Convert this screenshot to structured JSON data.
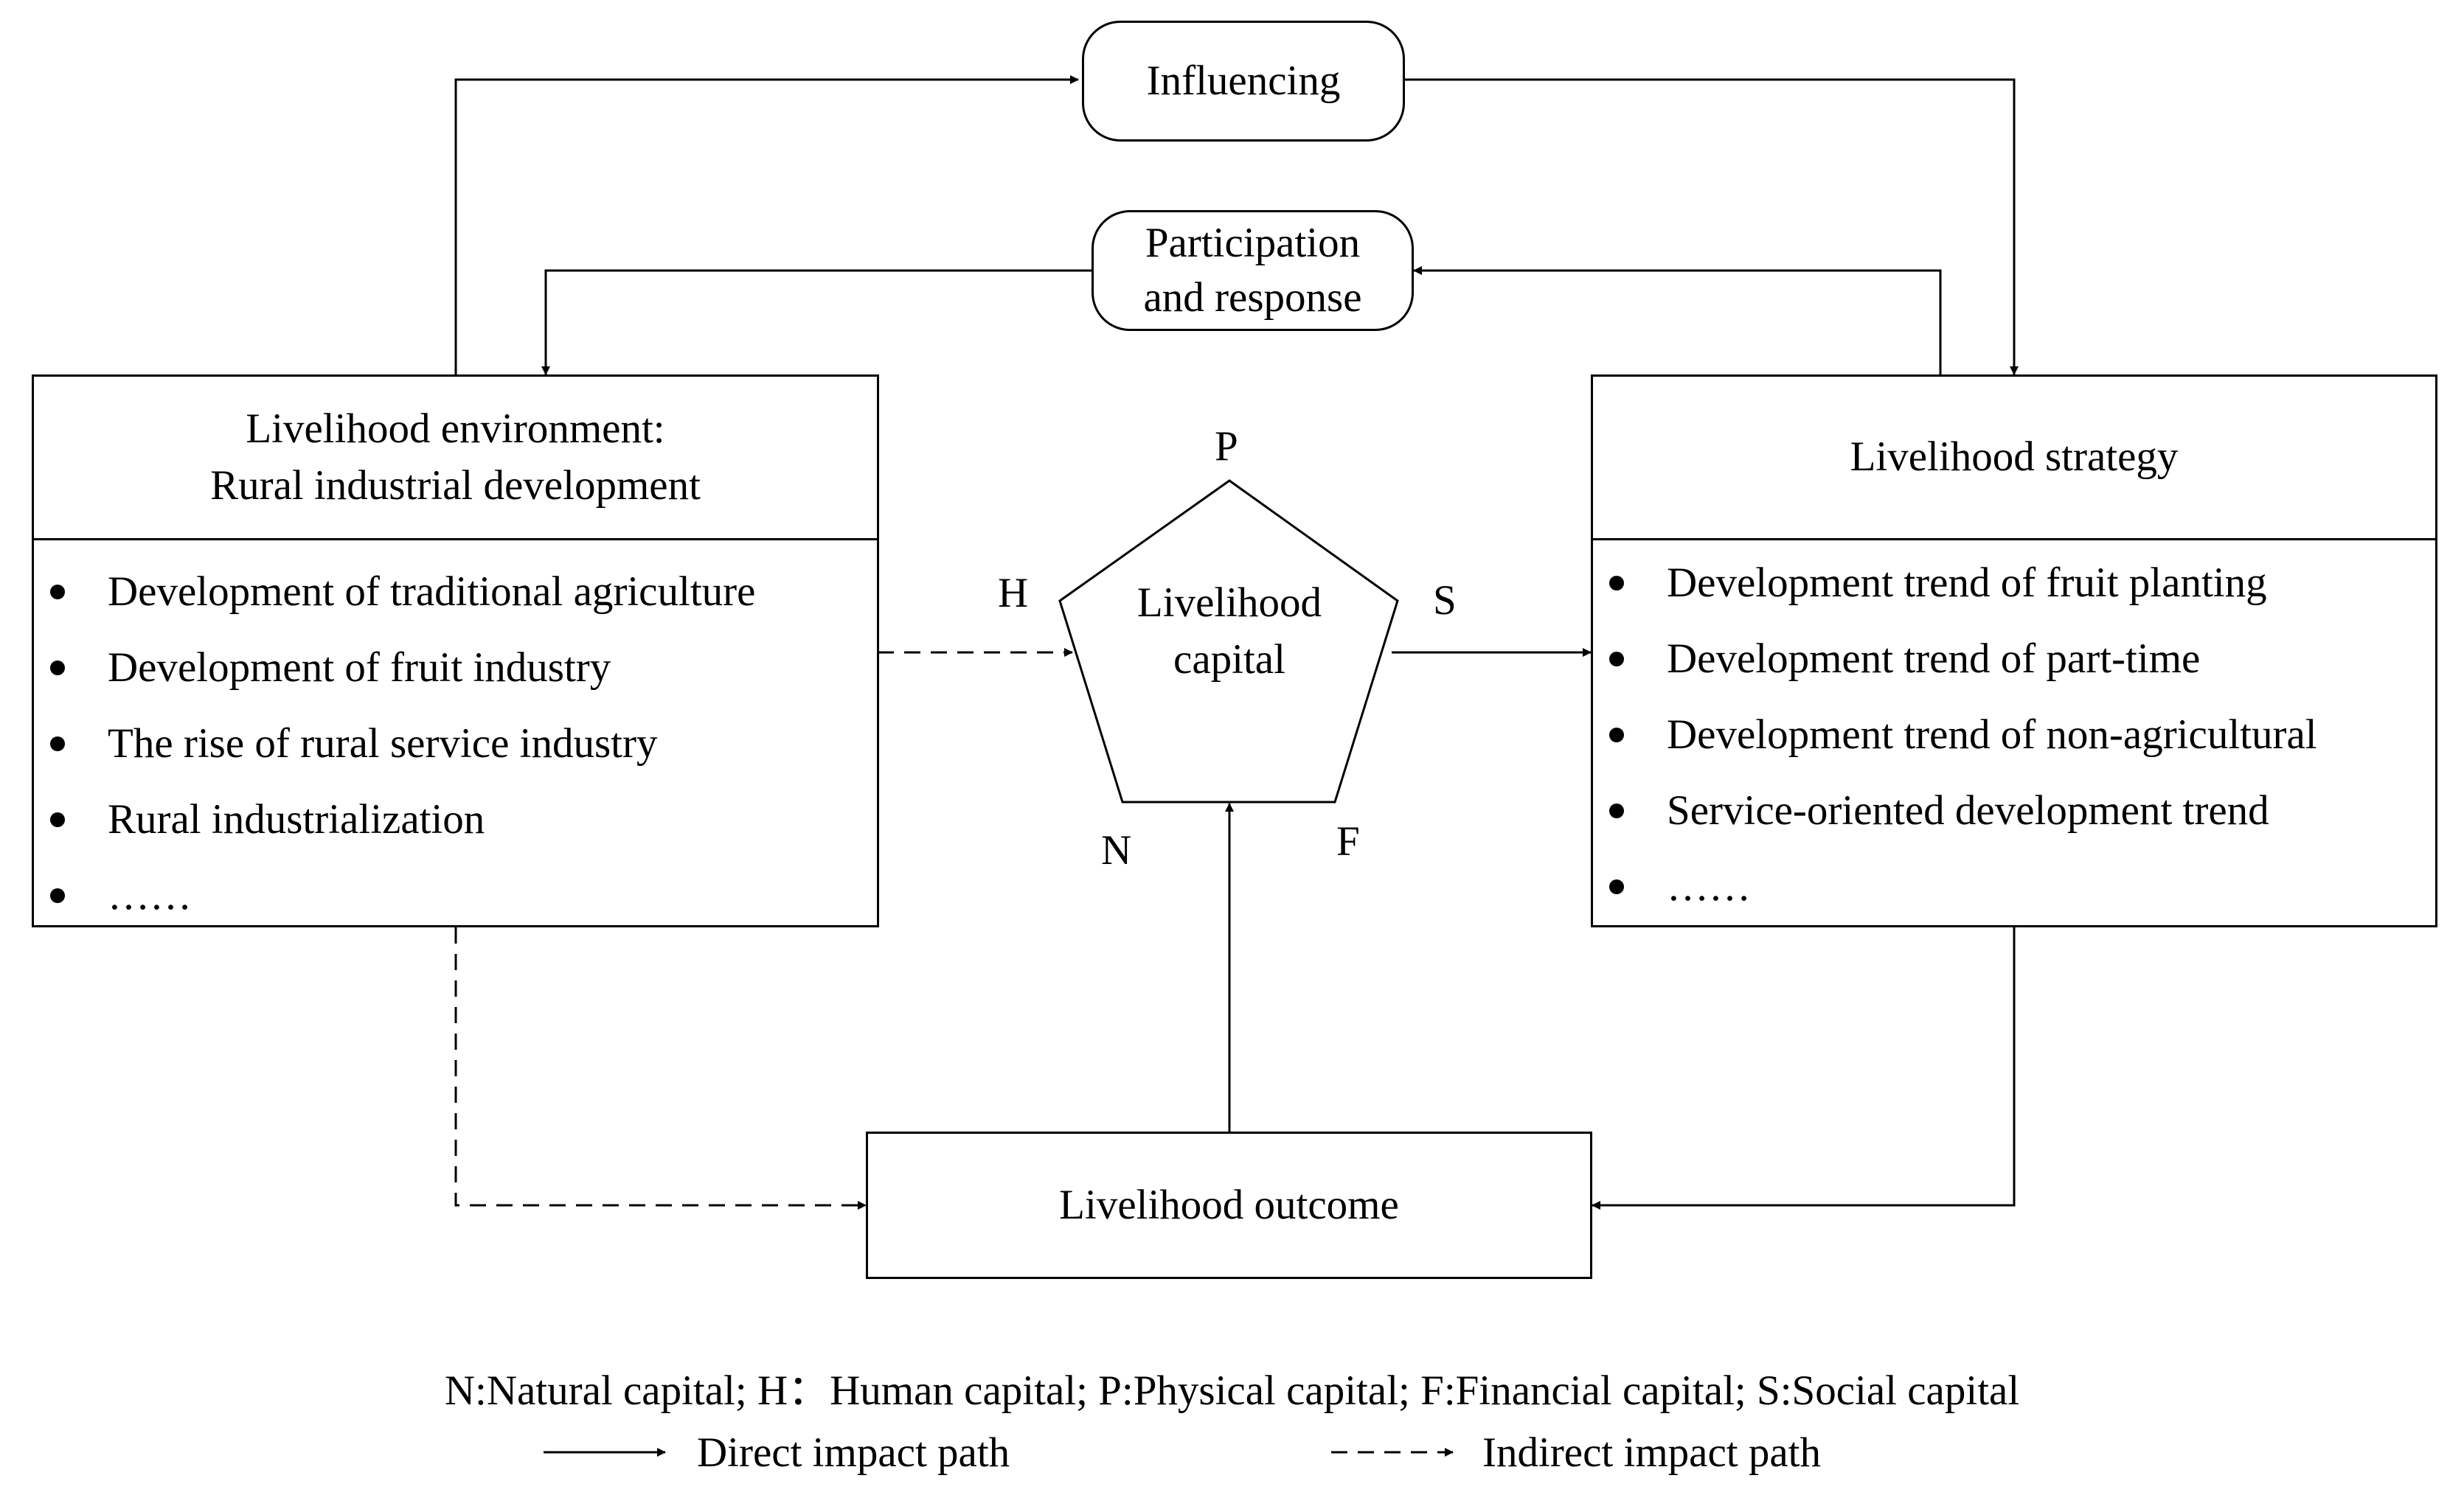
{
  "nodes": {
    "influencing": "Influencing",
    "participation": [
      "Participation",
      "and response"
    ],
    "environment": {
      "title": [
        "Livelihood environment:",
        "Rural industrial development"
      ],
      "items": [
        "Development of traditional agriculture",
        "Development of fruit industry",
        "The rise of rural service industry",
        "Rural industrialization",
        "……"
      ]
    },
    "strategy": {
      "title": "Livelihood strategy",
      "items": [
        "Development trend of fruit planting",
        "Development trend of part-time",
        "Development trend of non-agricultural",
        "Service-oriented development trend",
        "……"
      ]
    },
    "capital": [
      "Livelihood",
      "capital"
    ],
    "outcome": "Livelihood outcome"
  },
  "pentagon_labels": {
    "p": "P",
    "h": "H",
    "s": "S",
    "n": "N",
    "f": "F"
  },
  "legend": {
    "abbreviations": "N:Natural capital; H：Human capital; P:Physical capital; F:Financial capital; S:Social capital",
    "direct": "Direct impact path",
    "indirect": "Indirect impact path"
  }
}
